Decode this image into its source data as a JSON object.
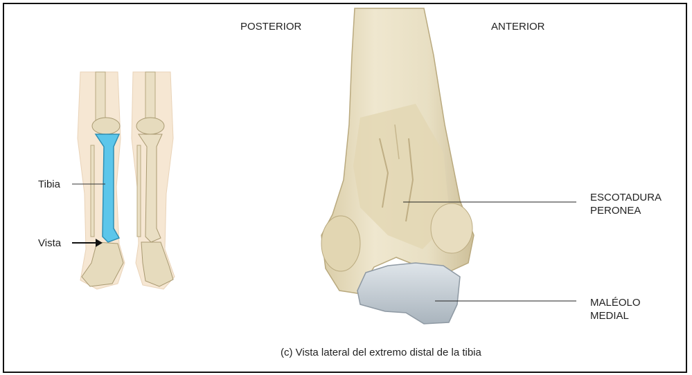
{
  "orientation": {
    "posterior": "POSTERIOR",
    "anterior": "ANTERIOR"
  },
  "inset": {
    "tibia_label": "Tibia",
    "view_label": "Vista"
  },
  "callouts": {
    "fibular_notch": [
      "ESCOTADURA",
      "PERONEA"
    ],
    "medial_malleolus": [
      "MALÉOLO",
      "MEDIAL"
    ]
  },
  "caption": "(c) Vista lateral del extremo distal de la tibia",
  "colors": {
    "bone": "#ece3c7",
    "bone_shadow": "#cbbd95",
    "cartilage": "#b9c3cc",
    "tibia_highlight": "#5cc6ea",
    "skin": "#f6e7d3"
  }
}
